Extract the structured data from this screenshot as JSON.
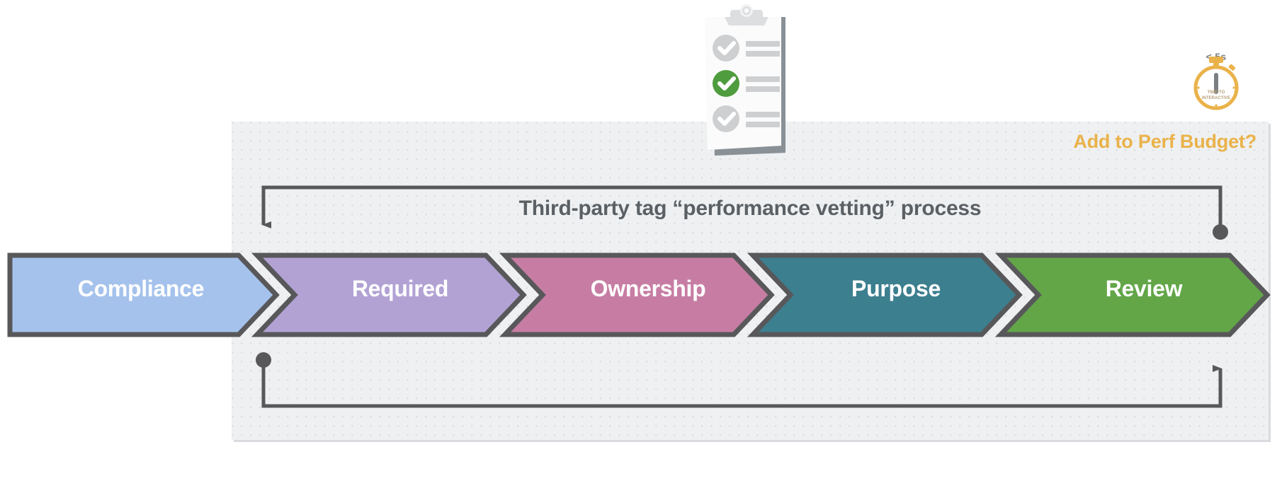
{
  "diagram": {
    "title": "Third-party tag “performance vetting” process",
    "perf_budget_label": "Add to Perf Budget?",
    "panel": {
      "background_color": "#eef0f1",
      "dot_color": "#dcdfe1"
    },
    "connector_color": "#58585b",
    "steps": [
      {
        "label": "Compliance",
        "color": "#a5c2ec",
        "stroke": "#58585b"
      },
      {
        "label": "Required",
        "color": "#b2a2d4",
        "stroke": "#58585b"
      },
      {
        "label": "Ownership",
        "color": "#c77da3",
        "stroke": "#58585b"
      },
      {
        "label": "Purpose",
        "color": "#3c7f8f",
        "stroke": "#58585b"
      },
      {
        "label": "Review",
        "color": "#62a648",
        "stroke": "#58585b"
      }
    ],
    "stopwatch": {
      "caption": "< 5s",
      "face_line_1": "TIME-TO",
      "face_line_2": "INTERACTIVE",
      "color": "#eab24a"
    },
    "clipboard": {
      "checklist": [
        {
          "state": "unchecked",
          "color": "#cdcfd1"
        },
        {
          "state": "checked",
          "color": "#4f9c3f"
        },
        {
          "state": "unchecked",
          "color": "#cdcfd1"
        }
      ]
    },
    "connectors": [
      {
        "name": "top-feedback-loop",
        "from": "right-end-dot",
        "to": "left-arrow-down"
      },
      {
        "name": "bottom-feedback-loop",
        "from": "left-dot",
        "to": "right-arrow-up"
      }
    ]
  }
}
